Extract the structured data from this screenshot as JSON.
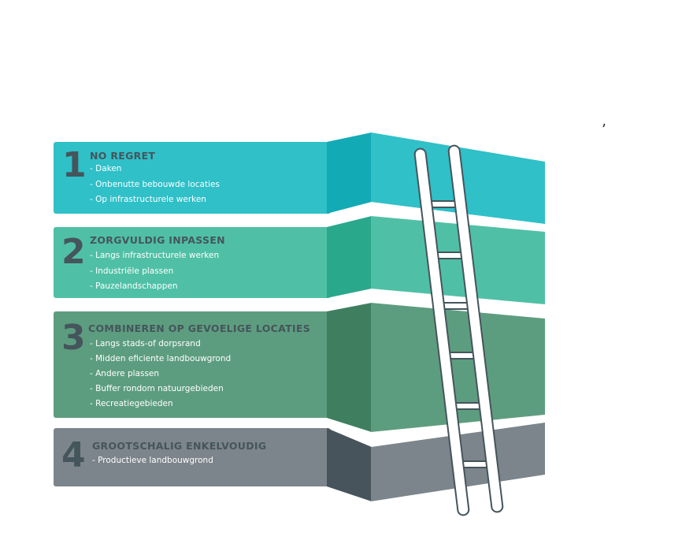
{
  "tiers": [
    {
      "number": "1",
      "title": "NO REGRET",
      "items": [
        "- Daken",
        "- Onbenutte bebouwde locaties",
        "- Op infrastructurele werken"
      ]
    },
    {
      "number": "2",
      "title": "ZORGVULDIG INPASSEN",
      "items": [
        "- Langs infrastructurele werken",
        "- Industriële plassen",
        "- Pauzelandschappen"
      ]
    },
    {
      "number": "3",
      "title": "COMBINEREN OP GEVOELIGE LOCATIES",
      "items": [
        "- Langs stads-of dorpsrand",
        "- Midden eficiente landbouwgrond",
        "- Andere plassen",
        "- Buffer rondom natuurgebieden",
        "- Recreatiegebieden"
      ]
    },
    {
      "number": "4",
      "title": "GROOTSCHALIG ENKELVOUDIG",
      "items": [
        "- Productieve landbouwgrond"
      ]
    }
  ],
  "colors": {
    "tier1": "#2fc0c8",
    "tier1_dark": "#12aab5",
    "tier2": "#4fc0a6",
    "tier2_dark": "#2aa88c",
    "tier3": "#5d9d7f",
    "tier3_dark": "#3f7f60",
    "tier4": "#7c858b",
    "tier4_dark": "#47545c",
    "text_dark": "#45555c"
  },
  "stray_mark": "’"
}
